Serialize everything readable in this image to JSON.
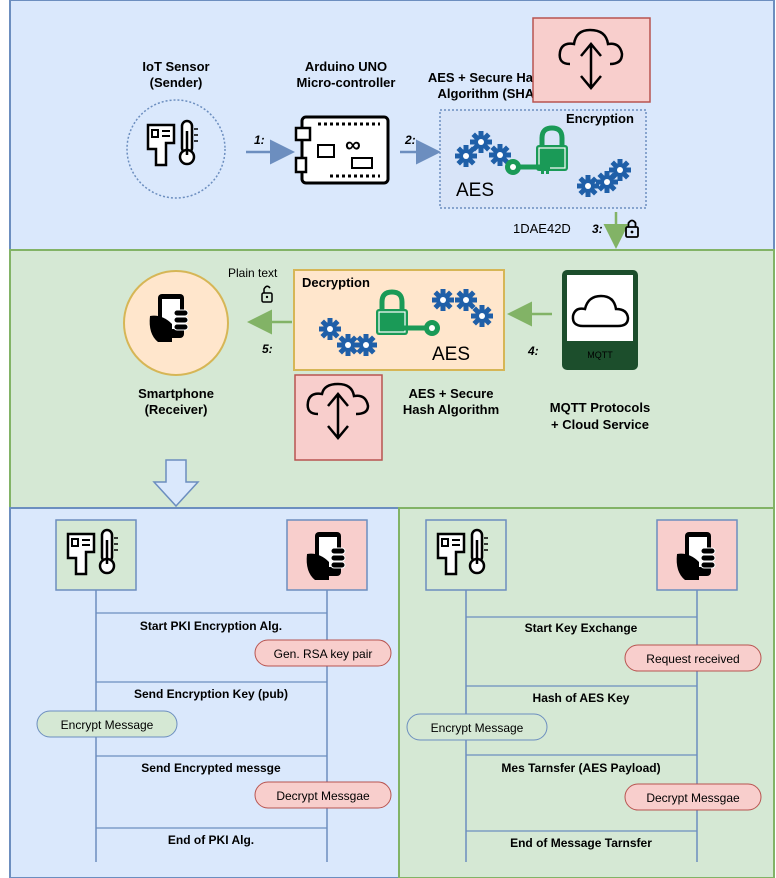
{
  "top": {
    "sensor_label": [
      "IoT Sensor",
      "(Sender)"
    ],
    "mcu_label": [
      "Arduino UNO",
      "Micro-controller"
    ],
    "aes_sha_label": [
      "AES + Secure Hash",
      "Algorithm (SHA)"
    ],
    "encryption_title": "Encryption",
    "aes_text": "AES",
    "step1": "1:",
    "step2": "2:",
    "step3": "3:",
    "cipher_text": "1DAE42D"
  },
  "middle": {
    "plain_text": "Plain text",
    "decryption_title": "Decryption",
    "aes_text": "AES",
    "step4": "4:",
    "step5": "5:",
    "mqtt_badge": "MQTT",
    "smartphone_label": [
      "Smartphone",
      "(Receiver)"
    ],
    "aes_hash_label": [
      "AES + Secure",
      "Hash Algorithm"
    ],
    "mqtt_label": [
      "MQTT Protocols",
      "+ Cloud Service"
    ]
  },
  "pki": {
    "messages": [
      "Start PKI Encryption Alg.",
      "Send Encryption Key (pub)",
      "Send Encrypted messge",
      "End of PKI Alg."
    ],
    "notes": [
      "Gen. RSA key pair",
      "Encrypt Message",
      "Decrypt Messgae"
    ]
  },
  "aes": {
    "messages": [
      "Start Key Exchange",
      "Hash of AES Key",
      "Mes Tarnsfer (AES Payload)",
      "End of Message Tarnsfer"
    ],
    "notes": [
      "Request received",
      "Encrypt Message",
      "Decrypt Messgae"
    ]
  },
  "colors": {
    "top_bg": "#dae8fc",
    "top_border": "#6c8ebf",
    "mid_bg": "#d5e8d4",
    "mid_border": "#82b366",
    "red_bg": "#f8cecc",
    "red_border": "#b85450",
    "yellow_border": "#d6b656",
    "orange_fill": "#ffe6cc",
    "green_lock": "#1a9a57",
    "gear_blue": "#1f5fa8",
    "mqtt_dark": "#1c4e2c"
  }
}
